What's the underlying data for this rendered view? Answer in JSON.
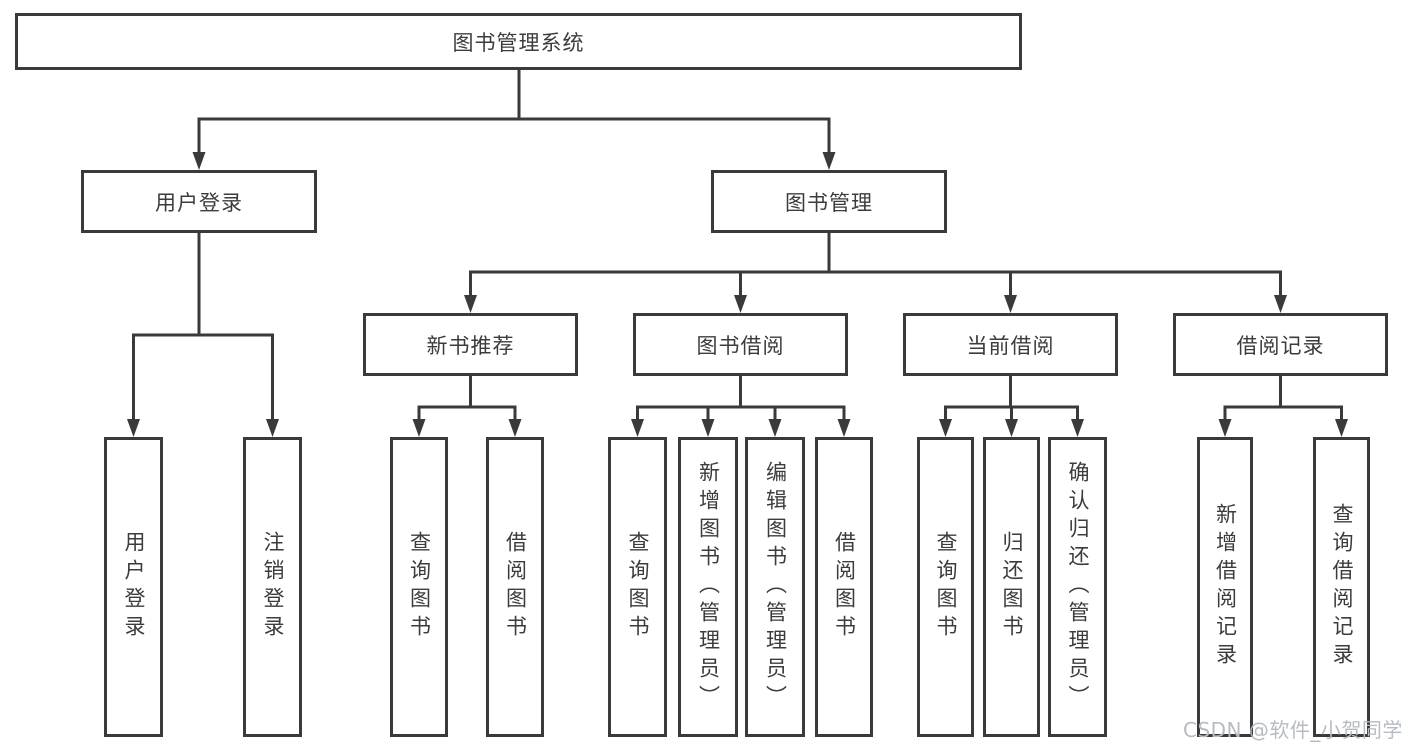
{
  "diagram": {
    "colors": {
      "line": "#3a3a3a",
      "text": "#3c3c3c",
      "box_background": "#ffffff",
      "page_background": "#ffffff",
      "watermark": "#b7bbc3"
    },
    "watermark": {
      "text": "CSDN @软件_小贺同学"
    },
    "tree": {
      "label": "图书管理系统",
      "children": [
        {
          "label": "用户登录",
          "children": [
            {
              "label": "用户登录"
            },
            {
              "label": "注销登录"
            }
          ]
        },
        {
          "label": "图书管理",
          "children": [
            {
              "label": "新书推荐",
              "children": [
                {
                  "label": "查询图书"
                },
                {
                  "label": "借阅图书"
                }
              ]
            },
            {
              "label": "图书借阅",
              "children": [
                {
                  "label": "查询图书"
                },
                {
                  "label": "新增图书（管理员）"
                },
                {
                  "label": "编辑图书（管理员）"
                },
                {
                  "label": "借阅图书"
                }
              ]
            },
            {
              "label": "当前借阅",
              "children": [
                {
                  "label": "查询图书"
                },
                {
                  "label": "归还图书"
                },
                {
                  "label": "确认归还（管理员）"
                }
              ]
            },
            {
              "label": "借阅记录",
              "children": [
                {
                  "label": "新增借阅记录"
                },
                {
                  "label": "查询借阅记录"
                }
              ]
            }
          ]
        }
      ]
    }
  }
}
